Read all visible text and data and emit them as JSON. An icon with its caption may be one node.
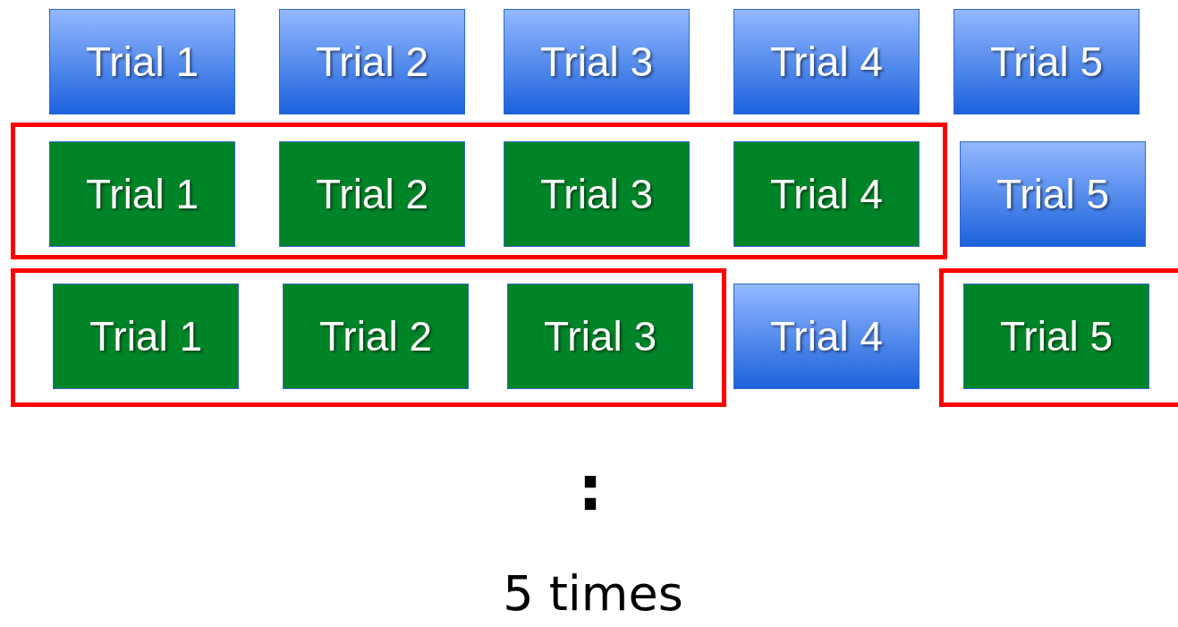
{
  "diagram": {
    "nodes": [
      {
        "text": [
          "Trial 1"
        ]
      },
      {
        "text": [
          "Trial 2"
        ]
      },
      {
        "text": [
          "Trial 3"
        ]
      },
      {
        "text": [
          "Trial 4"
        ]
      },
      {
        "text": [
          "Trial 5"
        ]
      },
      {
        "text": [],
        "shape": "box"
      },
      {
        "text": [
          "Trial 1"
        ],
        "in": 5
      },
      {
        "text": [
          "Trial 2"
        ],
        "in": 5
      },
      {
        "text": [
          "Trial 3"
        ],
        "in": 5
      },
      {
        "text": [
          "Trial 4"
        ],
        "in": 5
      },
      {
        "text": [
          "Trial 5"
        ]
      },
      {
        "text": [],
        "shape": "box"
      },
      {
        "text": [
          "Trial 1"
        ],
        "in": 11
      },
      {
        "text": [
          "Trial 2"
        ],
        "in": 11
      },
      {
        "text": [
          "Trial 3"
        ],
        "in": 11
      },
      {
        "text": [
          "Trial 4"
        ]
      },
      {
        "text": [],
        "shape": "box"
      },
      {
        "text": [
          "Trial 5"
        ],
        "in": 16
      }
    ],
    "edges": [],
    "labels": [
      ":",
      "5 times"
    ]
  }
}
